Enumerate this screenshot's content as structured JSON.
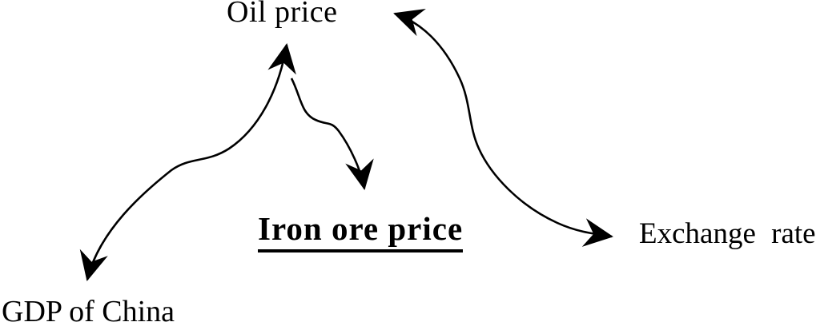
{
  "diagram": {
    "kind": "concept-relationship-diagram",
    "colors": {
      "ink": "#000000",
      "background": "#ffffff"
    },
    "nodes": [
      {
        "id": "oil-price",
        "label": "Oil price",
        "style": "regular"
      },
      {
        "id": "iron-ore-price",
        "label": "Iron ore price",
        "style": "bold-underlined"
      },
      {
        "id": "gdp-of-china",
        "label": "GDP of China",
        "style": "regular"
      },
      {
        "id": "exchange-rate",
        "label": "Exchange rate",
        "style": "regular"
      }
    ],
    "edges": [
      {
        "from": "gdp-of-china",
        "to": "oil-price",
        "direction": "bidirectional",
        "shape": "s-curve",
        "arrowhead": "stealth"
      },
      {
        "from": "oil-price",
        "to": "iron-ore-price",
        "direction": "one-way",
        "shape": "wavy-curve",
        "arrowhead": "stealth"
      },
      {
        "from": "oil-price",
        "to": "exchange-rate",
        "direction": "bidirectional",
        "shape": "s-curve",
        "arrowhead": "stealth"
      }
    ]
  }
}
